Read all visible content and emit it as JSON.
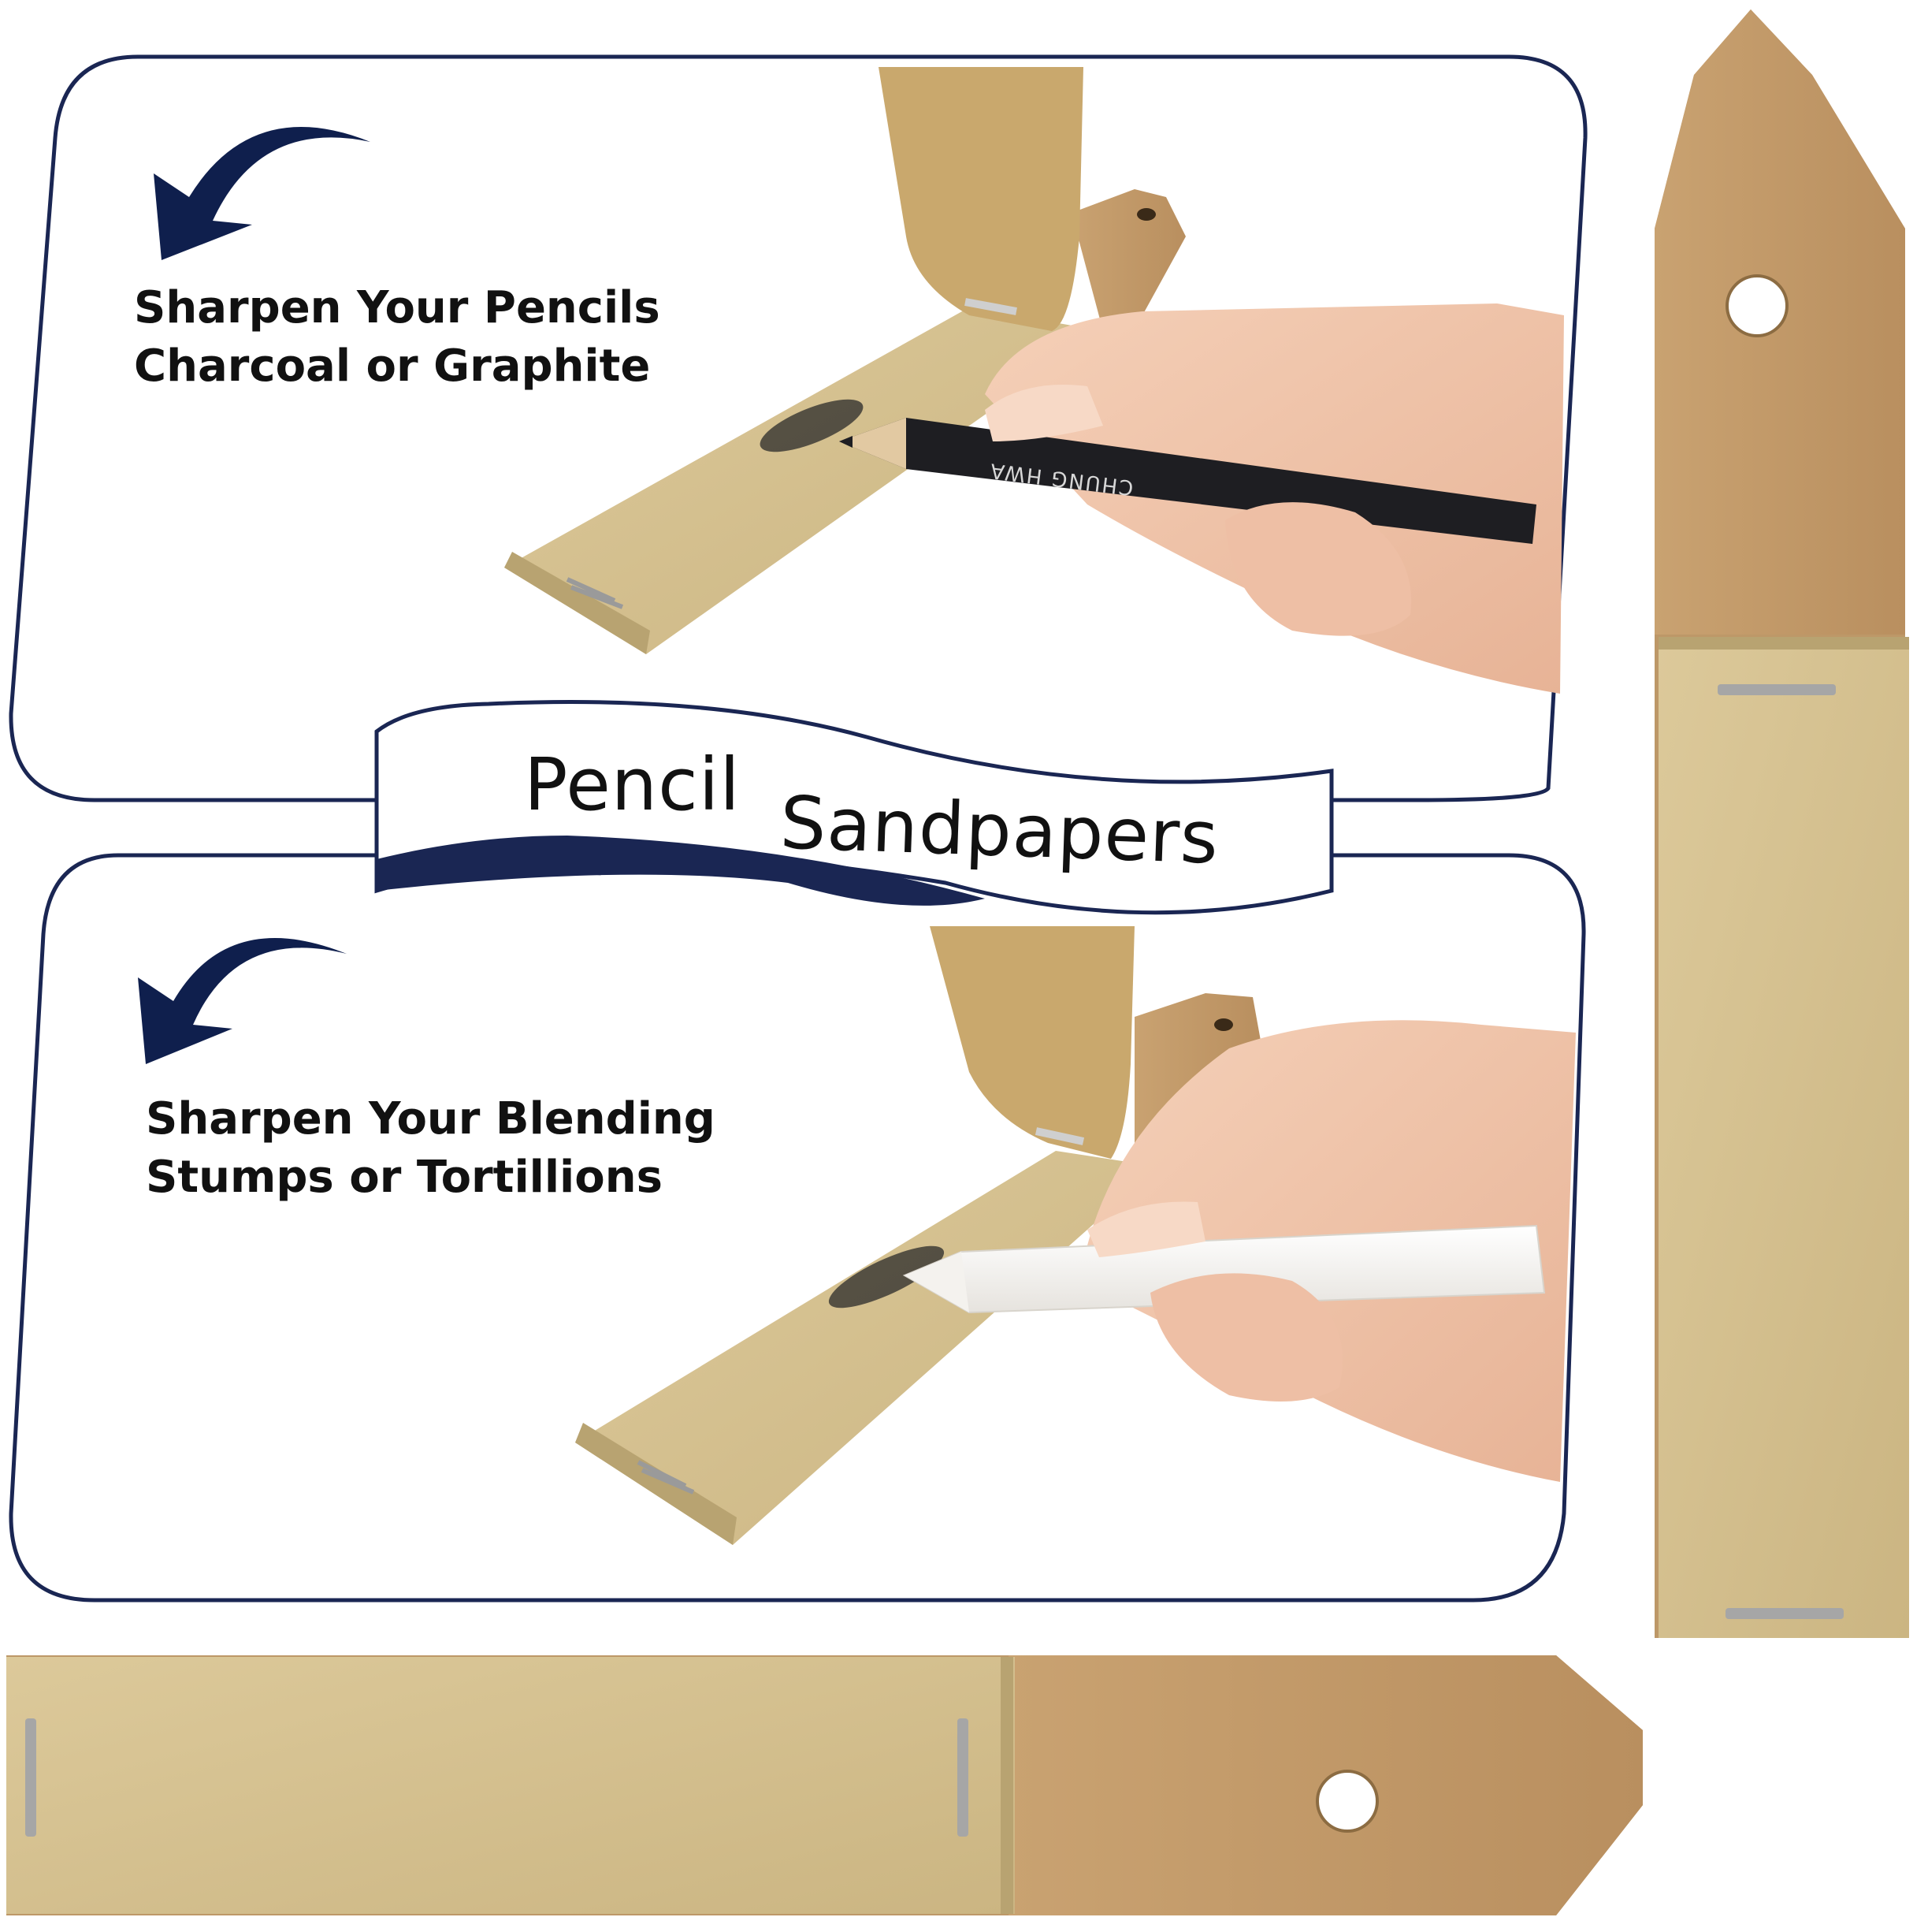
{
  "banner": {
    "word1": "Pencil",
    "word2": "Sandpapers"
  },
  "panel_top": {
    "caption_line1": "Sharpen Your Pencils",
    "caption_line2": "Charcoal or Graphite"
  },
  "panel_bottom": {
    "caption_line1": "Sharpen Your Blending",
    "caption_line2": "Stumps or Tortillions"
  },
  "pencil_print": "CHUNG HWA",
  "colors": {
    "frame": "#1a2653",
    "arrow": "#0f1f4d",
    "sandpaper": "#d5c190",
    "sandpaper_edge": "#b8a371",
    "board": "#c39b6a",
    "skin": "#f1c7ae"
  }
}
